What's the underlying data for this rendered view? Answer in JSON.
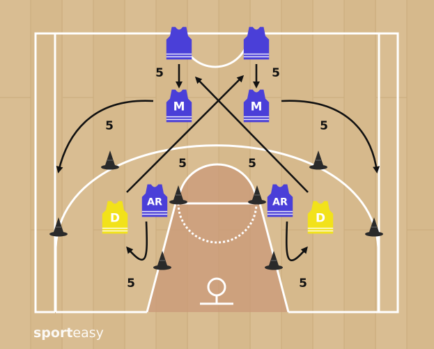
{
  "brand": {
    "part1": "sport",
    "part2": "easy"
  },
  "colors": {
    "attack": "#4a3fd8",
    "defense": "#f2e21a",
    "arrow": "#111111",
    "line": "#ffffff",
    "cone": "#2a2a2a"
  },
  "players": [
    {
      "id": "m-start-left",
      "role": "attack",
      "label": ""
    },
    {
      "id": "m-start-right",
      "role": "attack",
      "label": ""
    },
    {
      "id": "m-left",
      "role": "attack",
      "label": "M"
    },
    {
      "id": "m-right",
      "role": "attack",
      "label": "M"
    },
    {
      "id": "ar-left",
      "role": "attack",
      "label": "AR"
    },
    {
      "id": "ar-right",
      "role": "attack",
      "label": "AR"
    },
    {
      "id": "d-left",
      "role": "defense",
      "label": "D"
    },
    {
      "id": "d-right",
      "role": "defense",
      "label": "D"
    }
  ],
  "distances": [
    "5",
    "5",
    "5",
    "5",
    "5",
    "5",
    "5",
    "5"
  ],
  "icons": {
    "cone": "cone-icon",
    "ball": "hoop-icon"
  }
}
